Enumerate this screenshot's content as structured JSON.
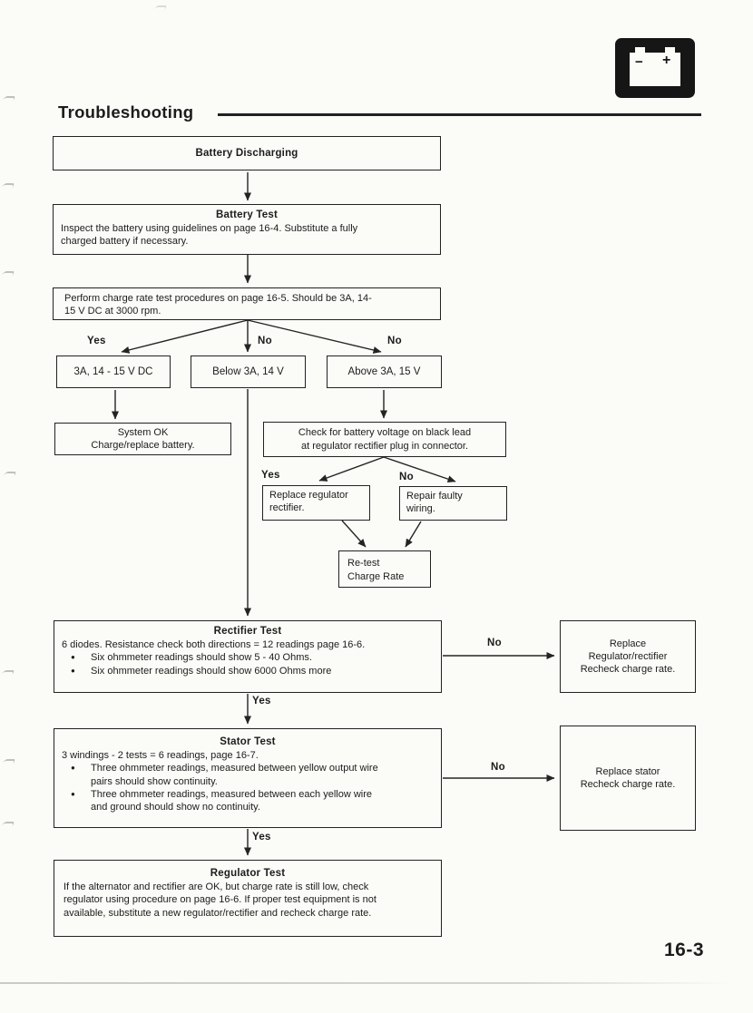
{
  "page": {
    "heading": "Troubleshooting",
    "page_number": "16-3"
  },
  "glyphs": {
    "bullet": "●",
    "battery_minus": "−",
    "battery_plus": "+"
  },
  "labels": {
    "yes": "Yes",
    "no": "No"
  },
  "flow": {
    "battery_discharging": {
      "title": "Battery Discharging"
    },
    "battery_test": {
      "title": "Battery Test",
      "lines": [
        "Inspect the battery using guidelines on page 16-4. Substitute a fully",
        "charged battery if necessary."
      ]
    },
    "charge_rate_test": {
      "lines": [
        "Perform charge rate test procedures on page 16-5. Should be 3A, 14-",
        "15 V DC at 3000 rpm."
      ]
    },
    "result_ok": {
      "label": "3A, 14 - 15 V DC"
    },
    "result_below": {
      "label": "Below 3A, 14 V"
    },
    "result_above": {
      "label": "Above 3A, 15 V"
    },
    "system_ok": {
      "lines": [
        "System OK",
        "Charge/replace battery."
      ]
    },
    "check_black_lead": {
      "lines": [
        "Check for battery voltage on black lead",
        "at regulator rectifier plug in connector."
      ]
    },
    "replace_regulator": {
      "lines": [
        "Replace regulator",
        "rectifier."
      ]
    },
    "repair_wiring": {
      "lines": [
        "Repair faulty",
        "wiring."
      ]
    },
    "retest_charge_rate": {
      "lines": [
        "Re-test",
        "Charge Rate"
      ]
    },
    "rectifier_test": {
      "title": "Rectifier Test",
      "intro": "6 diodes. Resistance check both directions = 12 readings page 16-6.",
      "bullets": [
        "Six ohmmeter readings should show 5 - 40 Ohms.",
        "Six ohmmeter readings should show 6000 Ohms more"
      ]
    },
    "replace_reg_rect": {
      "lines": [
        "Replace",
        "Regulator/rectifier",
        "Recheck charge rate."
      ]
    },
    "stator_test": {
      "title": "Stator Test",
      "intro": "3 windings - 2 tests = 6 readings, page 16-7.",
      "bullets": [
        [
          "Three ohmmeter readings, measured between yellow output wire",
          "pairs should show continuity."
        ],
        [
          "Three ohmmeter readings, measured between each yellow wire",
          "and ground should show no continuity."
        ]
      ]
    },
    "replace_stator": {
      "lines": [
        "Replace stator",
        "Recheck charge rate."
      ]
    },
    "regulator_test": {
      "title": "Regulator Test",
      "lines": [
        "If the alternator and rectifier are OK, but charge rate is still low, check",
        "regulator using procedure on page 16-6. If proper test equipment is not",
        "available, substitute a new regulator/rectifier and recheck charge rate."
      ]
    }
  },
  "colors": {
    "ink": "#1c1c1c",
    "paper": "#fbfbf8",
    "border": "#222222",
    "artifact": "#a6a29a"
  }
}
